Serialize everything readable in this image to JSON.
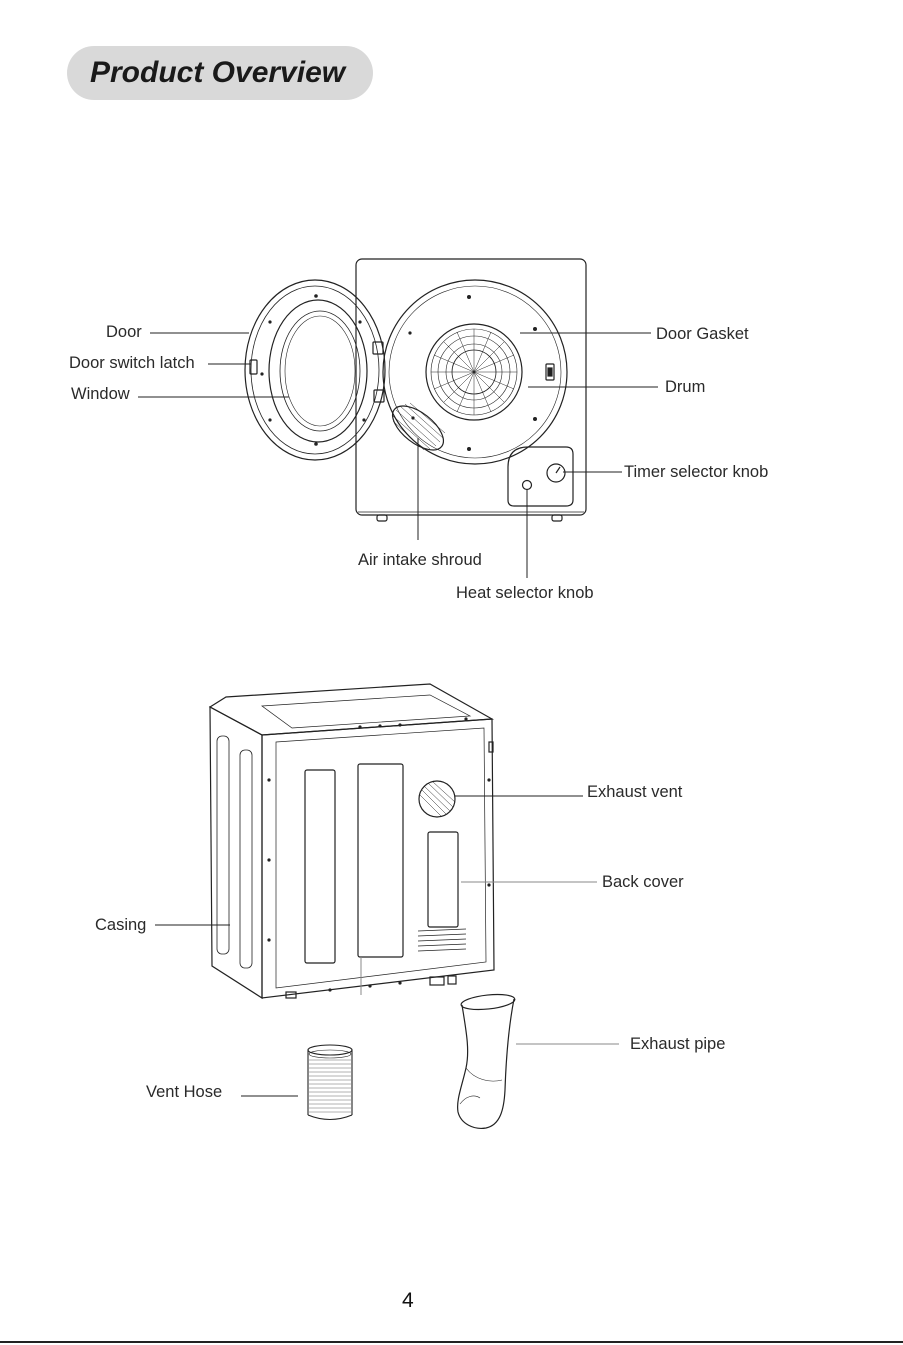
{
  "header": {
    "title": "Product Overview"
  },
  "front_view": {
    "labels": {
      "door": "Door",
      "door_switch_latch": "Door switch latch",
      "window": "Window",
      "door_gasket": "Door Gasket",
      "drum": "Drum",
      "timer_selector_knob": "Timer selector knob",
      "air_intake_shroud": "Air intake shroud",
      "heat_selector_knob": "Heat selector knob"
    }
  },
  "back_view": {
    "labels": {
      "exhaust_vent": "Exhaust vent",
      "back_cover": "Back cover",
      "casing": "Casing",
      "exhaust_pipe": "Exhaust pipe",
      "vent_hose": "Vent Hose"
    }
  },
  "footer": {
    "page_number": "4"
  }
}
